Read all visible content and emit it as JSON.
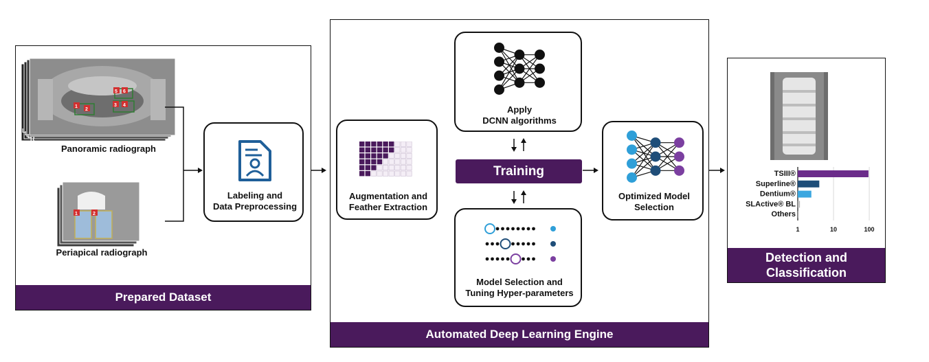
{
  "prepared_dataset": {
    "banner": "Prepared Dataset",
    "panoramic_label": "Panoramic radiograph",
    "periapical_label": "Periapical radiograph",
    "pano_markers": [
      "1",
      "2",
      "3",
      "4",
      "5",
      "6"
    ],
    "peri_markers": [
      "1",
      "2"
    ],
    "stack_letters": [
      "L",
      "L",
      "L",
      "R"
    ]
  },
  "labeling": {
    "label": "Labeling and\nData Preprocessing"
  },
  "engine": {
    "banner": "Automated Deep Learning Engine",
    "augmentation": "Augmentation and\nFeather Extraction",
    "dcnn": "Apply\nDCNN algorithms",
    "training": "Training",
    "model_selection": "Model Selection and\nTuning Hyper-parameters",
    "optimized": "Optimized Model\nSelection"
  },
  "result": {
    "banner": "Detection and\nClassification",
    "chart_data": {
      "type": "bar",
      "orientation": "horizontal",
      "scale": "log",
      "categories": [
        "TSIII®",
        "Superline®",
        "Dentium®",
        "SLActive® BL",
        "Others"
      ],
      "values": [
        95,
        4,
        2.4,
        1.15,
        1.02
      ],
      "xticks": [
        "1",
        "10",
        "100"
      ],
      "xlim": [
        1,
        130
      ],
      "colors": [
        "#6b2c8a",
        "#1f4e79",
        "#3ba7e0",
        "#bbbbbb",
        "#bbbbbb"
      ],
      "grid": true
    }
  },
  "colors": {
    "purple": "#4a1a5c",
    "accent_purple": "#7b3fa0",
    "dark_blue": "#1f4e79",
    "light_blue": "#2f9fd8"
  }
}
